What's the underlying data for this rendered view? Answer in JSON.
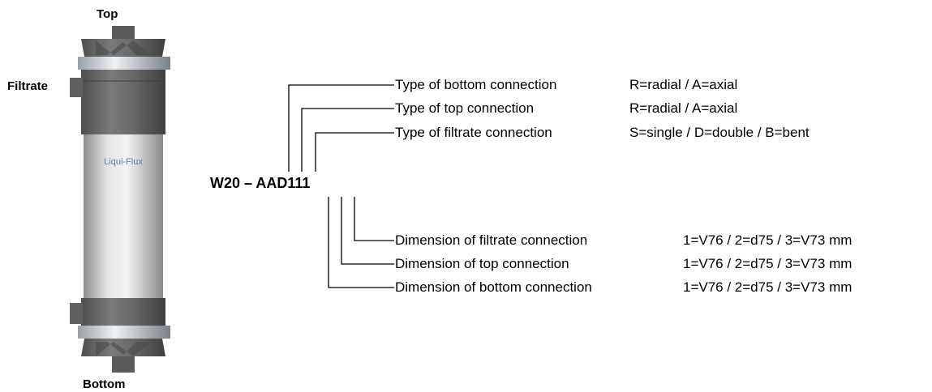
{
  "module": {
    "top_label": "Top",
    "filtrate_label": "Filtrate",
    "bottom_label": "Bottom",
    "brand": "Liqui-Flux"
  },
  "code": "W20 – AAD111",
  "upper_lines": [
    {
      "description": "Type of bottom connection",
      "options": "R=radial / A=axial"
    },
    {
      "description": "Type of top connection",
      "options": "R=radial / A=axial"
    },
    {
      "description": "Type of filtrate connection",
      "options": "S=single / D=double / B=bent"
    }
  ],
  "lower_lines": [
    {
      "description": "Dimension of filtrate connection",
      "options": "1=V76 / 2=d75 / 3=V73 mm"
    },
    {
      "description": "Dimension of top connection",
      "options": "1=V76 / 2=d75 / 3=V73 mm"
    },
    {
      "description": "Dimension of bottom connection",
      "options": "1=V76 / 2=d75 / 3=V73 mm"
    }
  ]
}
